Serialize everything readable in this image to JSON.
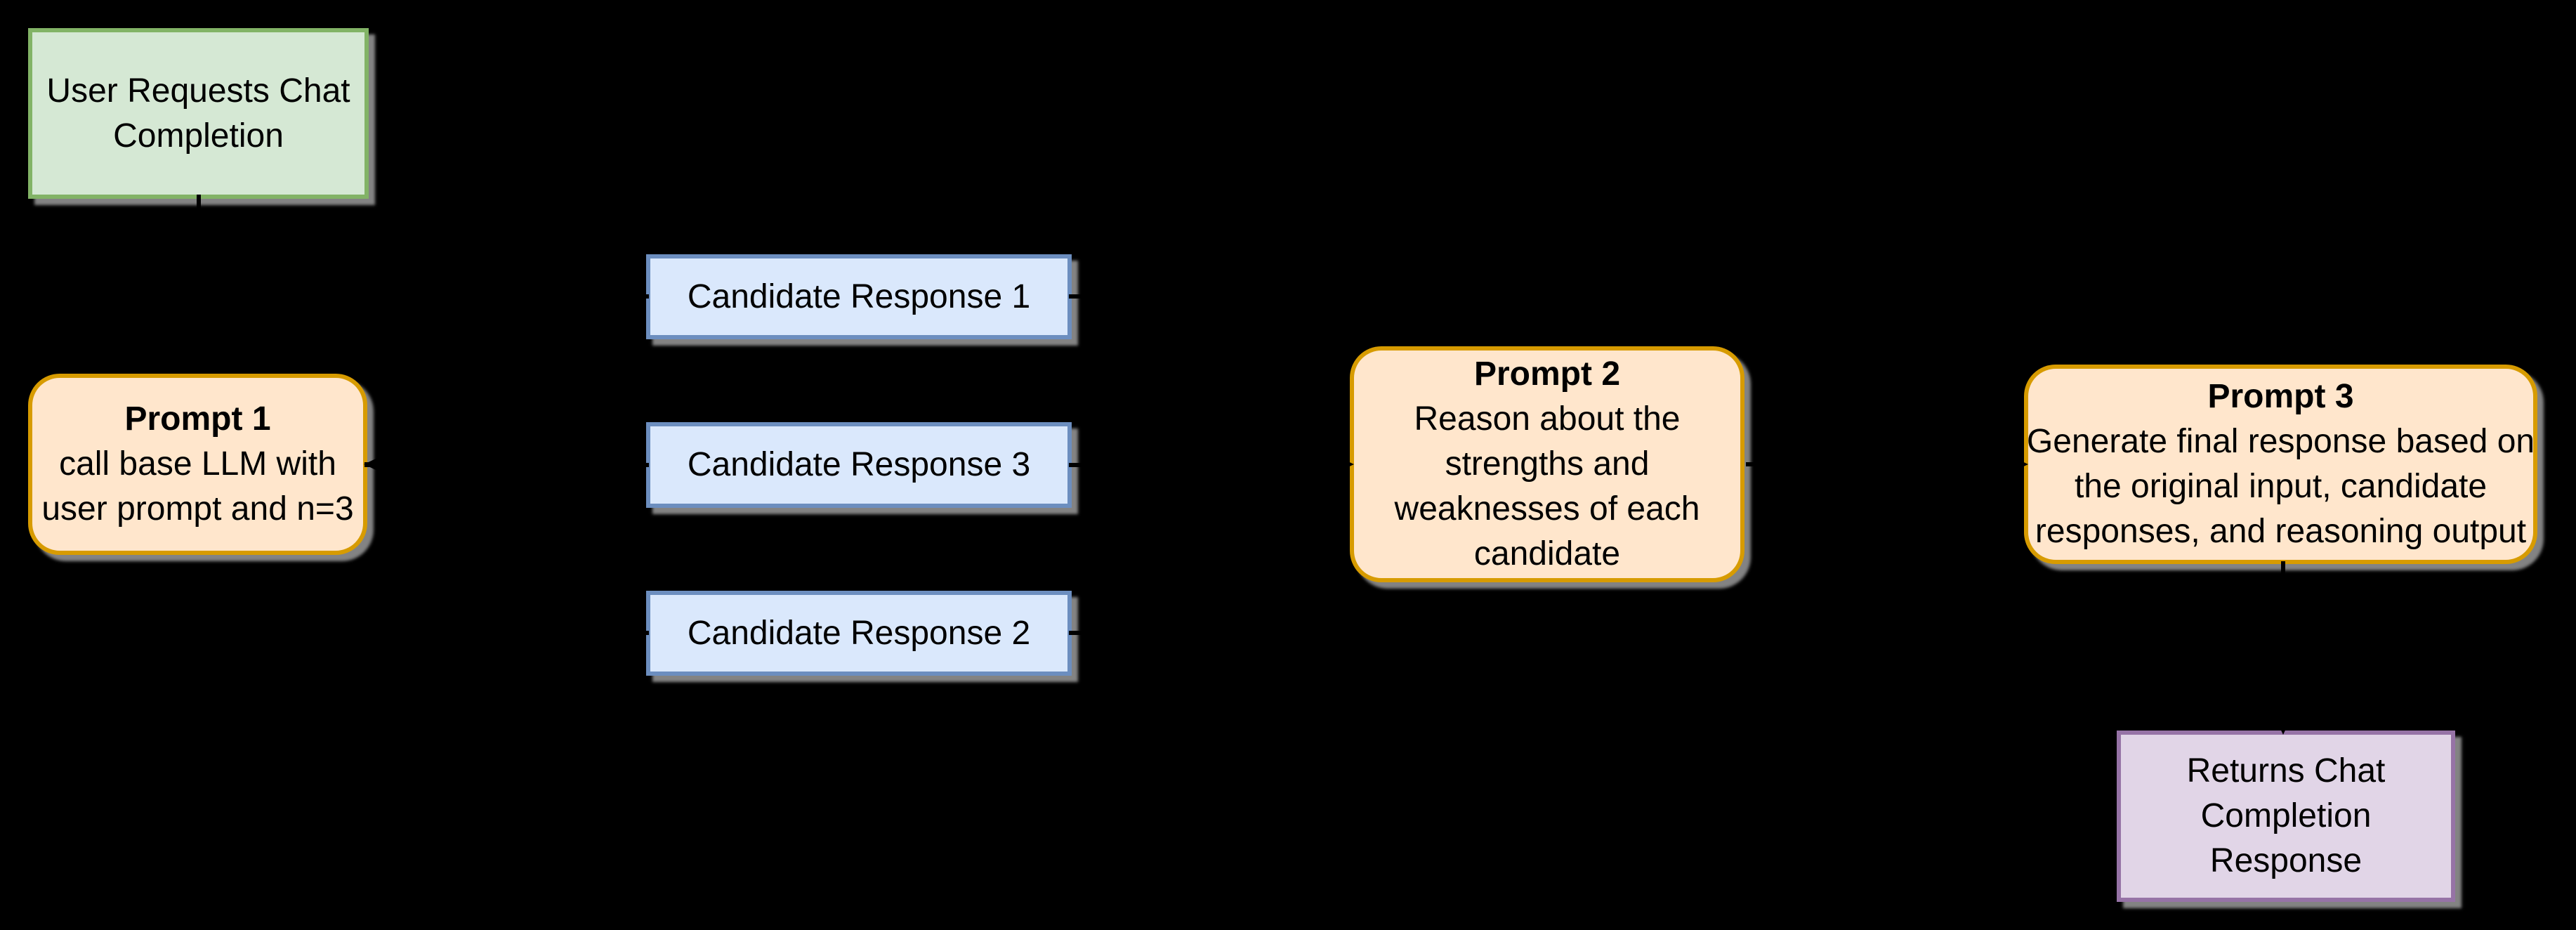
{
  "diagram": {
    "type": "flowchart",
    "background_color": "#000000",
    "arrow_color": "#000000",
    "text_color": "#000000",
    "palette": {
      "green_fill": "#d5e8d4",
      "green_border": "#82b366",
      "orange_fill": "#ffe6cc",
      "orange_border": "#d79b00",
      "blue_fill": "#dae8fc",
      "blue_border": "#6c8ebf",
      "purple_fill": "#e1d5e7",
      "purple_border": "#9673a6",
      "shadow": "#919191"
    },
    "nodes": {
      "user_request": {
        "shape": "rectangle",
        "text": "User Requests Chat\nCompletion"
      },
      "prompt1": {
        "shape": "rounded-rectangle",
        "title": "Prompt 1",
        "body": "call base LLM with\nuser prompt and n=3"
      },
      "candidate1": {
        "shape": "rectangle",
        "text": "Candidate Response 1"
      },
      "candidate3": {
        "shape": "rectangle",
        "text": "Candidate Response 3"
      },
      "candidate2": {
        "shape": "rectangle",
        "text": "Candidate Response 2"
      },
      "prompt2": {
        "shape": "rounded-rectangle",
        "title": "Prompt 2",
        "body": "Reason about the\nstrengths and\nweaknesses of each\ncandidate"
      },
      "prompt3": {
        "shape": "rounded-rectangle",
        "title": "Prompt 3",
        "body": "Generate final response based on\nthe original input, candidate\nresponses, and reasoning output"
      },
      "returns": {
        "shape": "rectangle",
        "text": "Returns Chat\nCompletion\nResponse"
      }
    },
    "edges": [
      {
        "from": "user_request",
        "to": "prompt1"
      },
      {
        "from": "prompt1",
        "to": "candidate1"
      },
      {
        "from": "prompt1",
        "to": "candidate3"
      },
      {
        "from": "prompt1",
        "to": "candidate2"
      },
      {
        "from": "candidate1",
        "to": "prompt2"
      },
      {
        "from": "candidate3",
        "to": "prompt2"
      },
      {
        "from": "candidate2",
        "to": "prompt2"
      },
      {
        "from": "prompt2",
        "to": "prompt3"
      },
      {
        "from": "prompt3",
        "to": "returns"
      }
    ]
  }
}
